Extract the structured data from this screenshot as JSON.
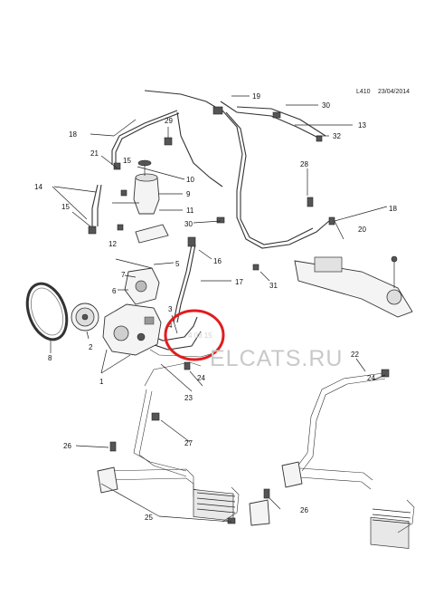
{
  "header": {
    "code": "L410",
    "date": "23/04/2014"
  },
  "watermark": {
    "site": "ELCATS.RU",
    "faint": "4  08  15"
  },
  "highlight": {
    "color": "#e01e1e"
  },
  "callouts": [
    "1",
    "2",
    "3",
    "4",
    "5",
    "6",
    "7",
    "8",
    "9",
    "10",
    "11",
    "12",
    "13",
    "14",
    "15",
    "15",
    "16",
    "17",
    "18",
    "18",
    "19",
    "20",
    "21",
    "22",
    "23",
    "24",
    "24",
    "25",
    "26",
    "26",
    "27",
    "28",
    "29",
    "30",
    "30",
    "31",
    "32"
  ]
}
